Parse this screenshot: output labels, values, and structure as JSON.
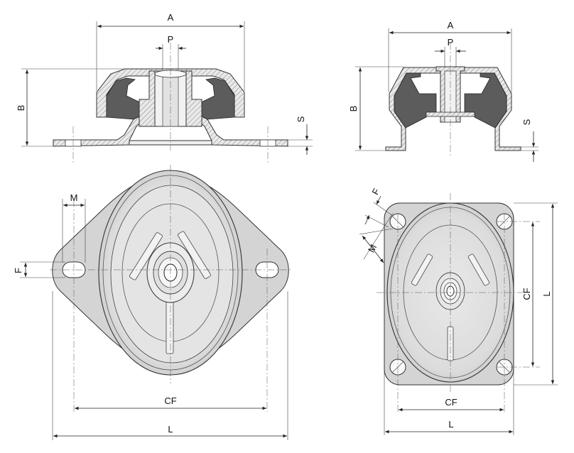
{
  "diagram": {
    "views": [
      {
        "id": "two-bolt",
        "section_labels": {
          "A": "A",
          "P": "P",
          "B": "B",
          "S": "S"
        },
        "plan_labels": {
          "M": "M",
          "F": "F",
          "CF": "CF",
          "L": "L"
        }
      },
      {
        "id": "four-bolt",
        "section_labels": {
          "A": "A",
          "P": "P",
          "B": "B",
          "S": "S"
        },
        "plan_labels": {
          "F": "F",
          "M": "M",
          "CF": "CF",
          "L": "L",
          "CF_side": "CF",
          "L_side": "L"
        }
      }
    ]
  }
}
